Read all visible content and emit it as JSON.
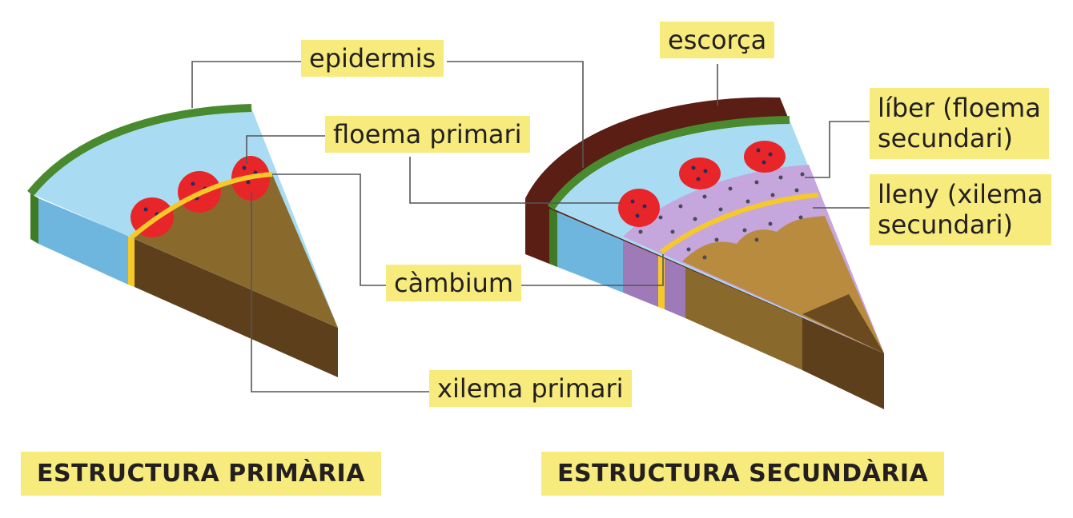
{
  "labels": {
    "epidermis": "epidermis",
    "floema_primari": "floema primari",
    "cambium": "càmbium",
    "xilema_primari": "xilema primari",
    "escorca": "escorça",
    "liber": "líber (floema\nsecundari)",
    "lleny": "lleny (xilema\nsecundari)"
  },
  "titles": {
    "primary": "ESTRUCTURA PRIMÀRIA",
    "secondary": "ESTRUCTURA SECUNDÀRIA"
  },
  "colors": {
    "label_bg": "#f6eb7c",
    "epidermis_green": "#4a8a2e",
    "cortex_blue": "#a9dcf3",
    "cortex_side_blue": "#6fb6de",
    "phloem_red": "#e8262a",
    "cambium_yellow": "#f7c928",
    "xylem_brown": "#8a6a2c",
    "xylem_side_brown": "#5e3f1c",
    "bark_brown": "#5a1e14",
    "liber_lilac": "#c6a7dd",
    "wood_tan": "#b88b3e"
  }
}
